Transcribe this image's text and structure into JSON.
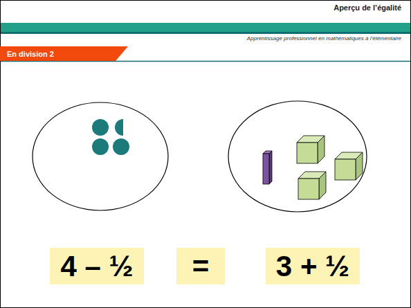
{
  "diagram": {
    "title": "Aperçu de l’égalité",
    "nodes": [
      {
        "text": [
          "En division 2"
        ]
      },
      {
        "text": [
          "4 – ½"
        ]
      },
      {
        "text": [
          "="
        ]
      },
      {
        "text": [
          "3 + ½"
        ]
      }
    ],
    "labels": [
      "Apprentissage professionnel en mathématiques à l’élémentaire"
    ]
  }
}
